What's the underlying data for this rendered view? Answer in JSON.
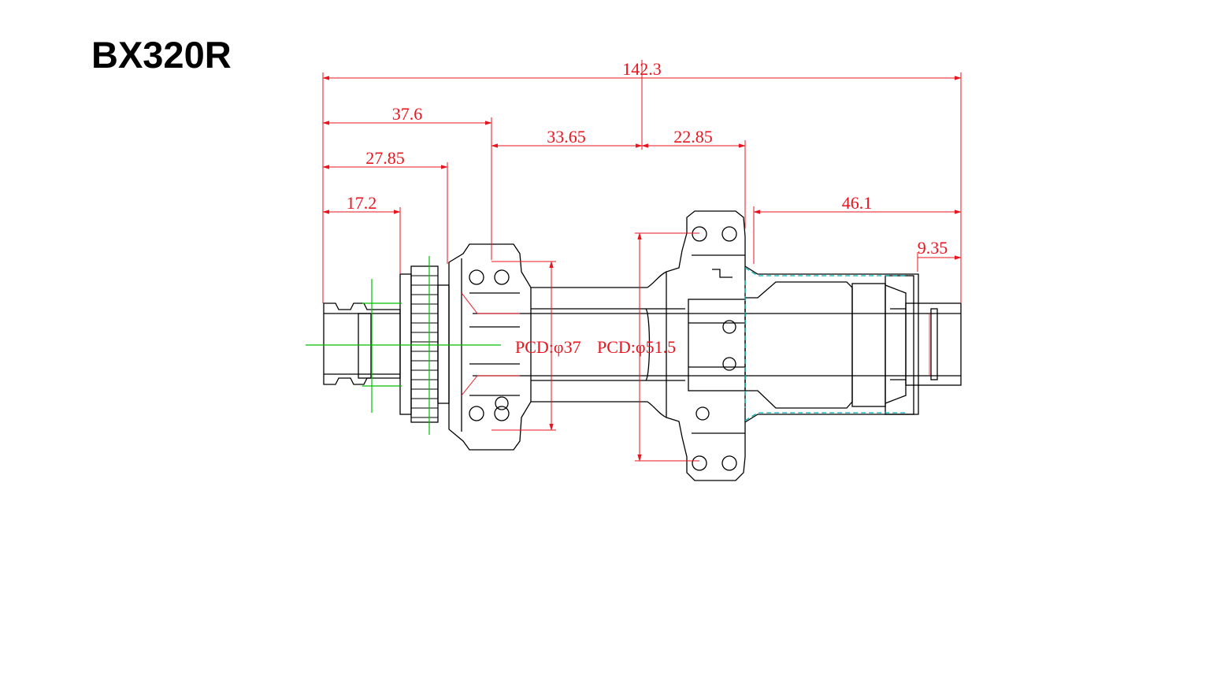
{
  "title": "BX320R",
  "colors": {
    "outline": "#000000",
    "dimension": "#e8141e",
    "centerline": "#00c000",
    "hidden": "#00b0b0"
  },
  "dimensions": {
    "overall": "142.3",
    "d37_6": "37.6",
    "d27_85": "27.85",
    "d17_2": "17.2",
    "d33_65": "33.65",
    "d22_85": "22.85",
    "d46_1": "46.1",
    "d9_35": "9.35"
  },
  "pcd": {
    "rotor": "PCD:φ37",
    "flange": "PCD:φ51.5"
  }
}
